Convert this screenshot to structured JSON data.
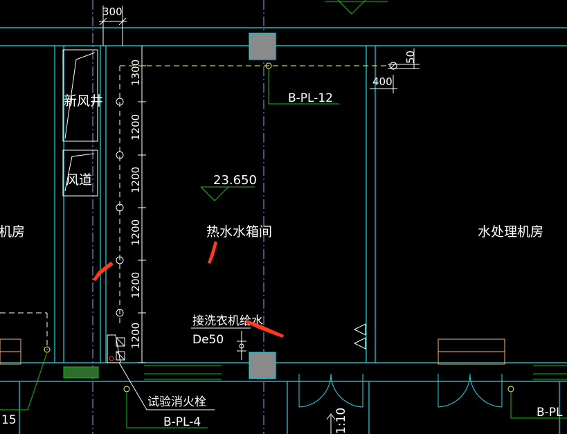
{
  "drawing": {
    "dimensions": {
      "top_width": "300",
      "offset_right": "50",
      "offset_horizontal": "400",
      "vertical_spacings": [
        "1300",
        "1200",
        "1200",
        "1200",
        "1200",
        "1200"
      ]
    },
    "rooms": {
      "hot_water_tank_room": "热水水箱间",
      "water_treatment_room": "水处理机房",
      "left_partial": "机房"
    },
    "shaft_labels": {
      "fresh_air_shaft": "新风井",
      "air_duct": "风道"
    },
    "elevation": "23.650",
    "pipe_tags": {
      "top": "B-PL-12",
      "bottom": "B-PL-4",
      "left_partial": "15",
      "right_partial": "B-PL"
    },
    "notes": {
      "washer_supply": "接洗衣机给水",
      "washer_pipe_size": "De50",
      "test_hydrant": "试验消火栓"
    },
    "misc": {
      "bottom_vertical_text": "1:10"
    },
    "colors": {
      "background": "#000000",
      "wall": "#00e5f2",
      "pipe": "#00c800",
      "grid_axis": "#6fb6ff",
      "text": "#ffffff",
      "dimension": "#ffffff",
      "column": "#8a8a8a",
      "riser": "#ffff40",
      "arrow": "#ff3a1a",
      "furniture": "#ffb26b"
    }
  }
}
